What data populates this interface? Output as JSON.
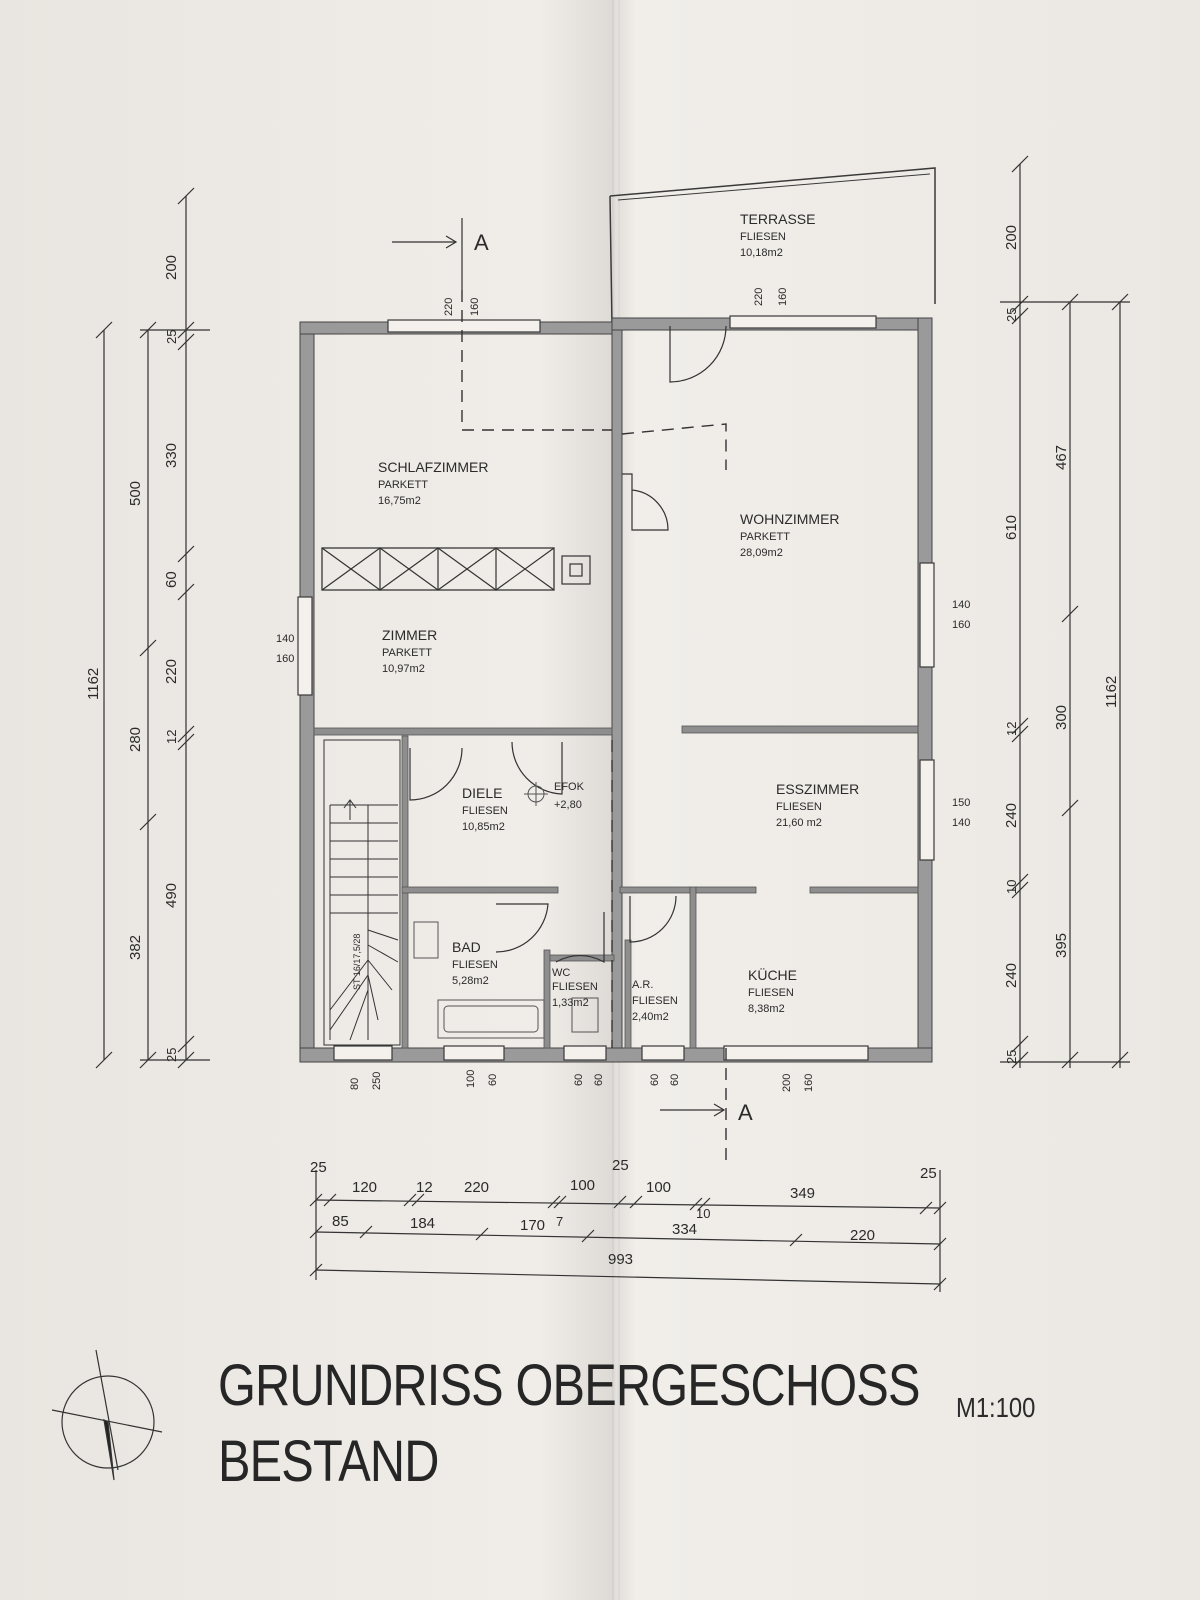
{
  "rooms": {
    "terrasse": {
      "name": "TERRASSE",
      "floor": "FLIESEN",
      "area": "10,18m2"
    },
    "schlafzimmer": {
      "name": "SCHLAFZIMMER",
      "floor": "PARKETT",
      "area": "16,75m2"
    },
    "wohnzimmer": {
      "name": "WOHNZIMMER",
      "floor": "PARKETT",
      "area": "28,09m2"
    },
    "zimmer": {
      "name": "ZIMMER",
      "floor": "PARKETT",
      "area": "10,97m2"
    },
    "diele": {
      "name": "DIELE",
      "floor": "FLIESEN",
      "area": "10,85m2"
    },
    "esszimmer": {
      "name": "ESSZIMMER",
      "floor": "FLIESEN",
      "area": "21,60 m2"
    },
    "bad": {
      "name": "BAD",
      "floor": "FLIESEN",
      "area": "5,28m2"
    },
    "wc": {
      "name": "WC",
      "floor": "FLIESEN",
      "area": "1,33m2"
    },
    "ar": {
      "name": "A.R.",
      "floor": "FLIESEN",
      "area": "2,40m2"
    },
    "kueche": {
      "name": "KÜCHE",
      "floor": "FLIESEN",
      "area": "8,38m2"
    }
  },
  "annotations": {
    "efok": "EFOK",
    "efok_value": "+2,80",
    "section_marker": "A",
    "stair_note": "ST 16/17,5/28"
  },
  "windows": {
    "top_left_a": "220",
    "top_left_b": "160",
    "top_right_a": "220",
    "top_right_b": "160",
    "left_a": "140",
    "left_b": "160",
    "right1_a": "140",
    "right1_b": "160",
    "right2_a": "150",
    "right2_b": "140",
    "bot1_a": "80",
    "bot1_b": "250",
    "bot2_a": "100",
    "bot2_b": "60",
    "bot3_a": "60",
    "bot3_b": "60",
    "bot4_a": "60",
    "bot4_b": "60",
    "bot5_a": "200",
    "bot5_b": "160"
  },
  "dims_left": {
    "total": "1162",
    "outer": [
      "500",
      "280",
      "382"
    ],
    "inner": [
      "200",
      "25",
      "330",
      "60",
      "220",
      "12",
      "490",
      "25"
    ]
  },
  "dims_right": {
    "inner": [
      "200",
      "25",
      "610",
      "12",
      "240",
      "10",
      "240",
      "25"
    ],
    "mid": [
      "467",
      "300",
      "395"
    ],
    "total": "1162"
  },
  "dims_bottom": {
    "row1": [
      "25",
      "120",
      "12",
      "220",
      "100",
      "7",
      "25",
      "100",
      "10",
      "349",
      "25"
    ],
    "row2": [
      "85",
      "184",
      "170",
      "334",
      "220"
    ],
    "total": "993"
  },
  "title": {
    "line1": "GRUNDRISS OBERGESCHOSS",
    "line2": "BESTAND",
    "scale": "M1:100"
  }
}
